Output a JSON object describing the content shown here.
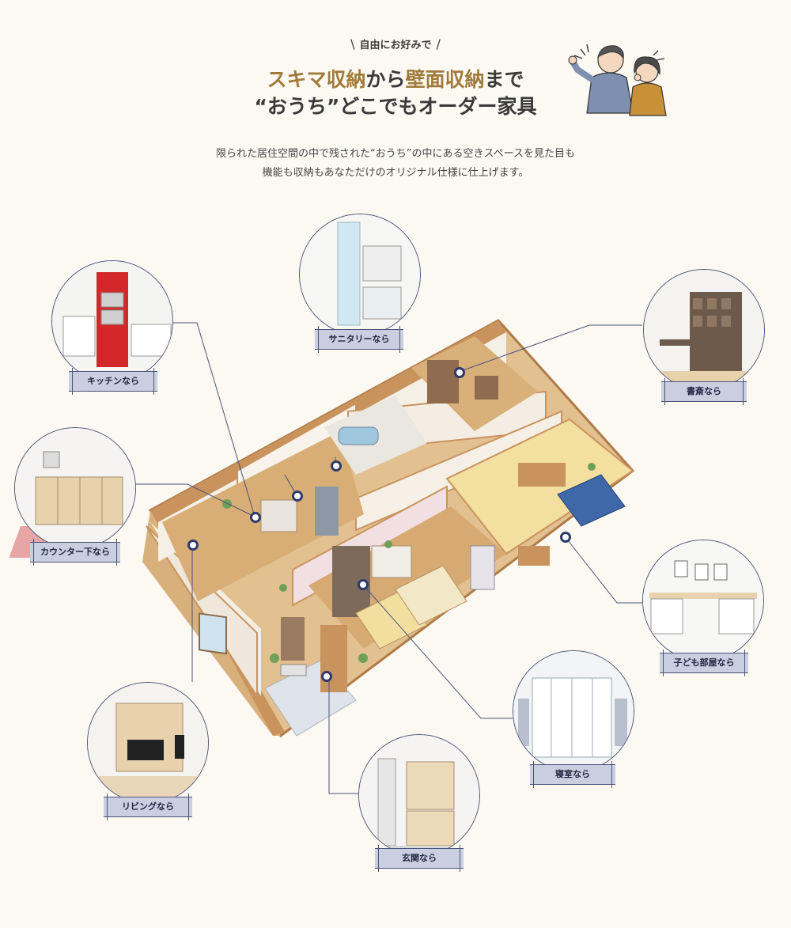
{
  "heading": {
    "eyebrow": "自由にお好みで",
    "title_part1": "スキマ収納",
    "title_part2": "から",
    "title_part3": "壁面収納",
    "title_part4": "まで",
    "title_line2": "“おうち”どこでもオーダー家具"
  },
  "lead": {
    "line1": "限られた居住空間の中で残された“おうち”の中にある空きスペースを見た目も",
    "line2": "機能も収納もあなただけのオリジナル仕様に仕上げます。"
  },
  "rooms": {
    "kitchen": "キッチンなら",
    "sanitary": "サニタリーなら",
    "study": "書斎なら",
    "counter": "カウンター下なら",
    "kids": "子ども部屋なら",
    "bedroom": "寝室なら",
    "living": "リビングなら",
    "entrance": "玄関なら"
  },
  "colors": {
    "accent": "#a07a3a",
    "label_bg": "#c9cfe0",
    "line": "#4a5378",
    "wall": "#c9935e",
    "floor": "#e2c08f"
  }
}
